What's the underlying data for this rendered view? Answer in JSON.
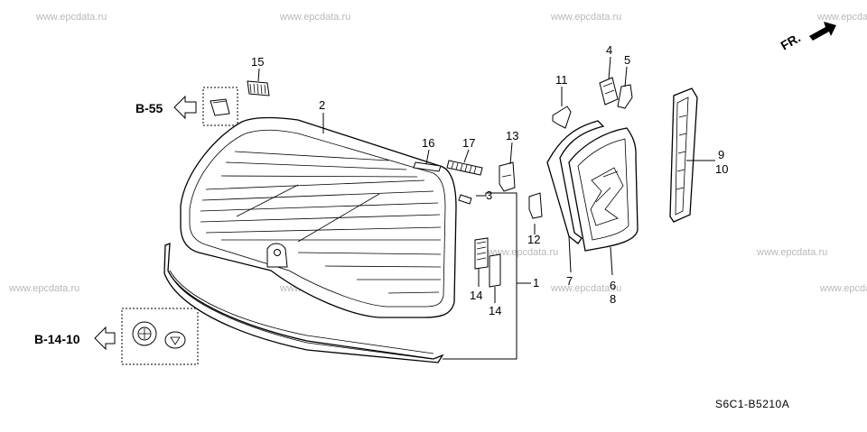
{
  "watermark": "www.epcdata.ru",
  "diagram_code": "S6C1-B5210A",
  "direction_label": "FR.",
  "refs": {
    "b55": "B-55",
    "b1410": "B-14-10"
  },
  "callouts": {
    "c1": "1",
    "c2": "2",
    "c3": "3",
    "c4": "4",
    "c5": "5",
    "c6": "6",
    "c7": "7",
    "c8": "8",
    "c9": "9",
    "c10": "10",
    "c11": "11",
    "c12": "12",
    "c13": "13",
    "c14a": "14",
    "c14b": "14",
    "c15": "15",
    "c16": "16",
    "c17": "17"
  }
}
